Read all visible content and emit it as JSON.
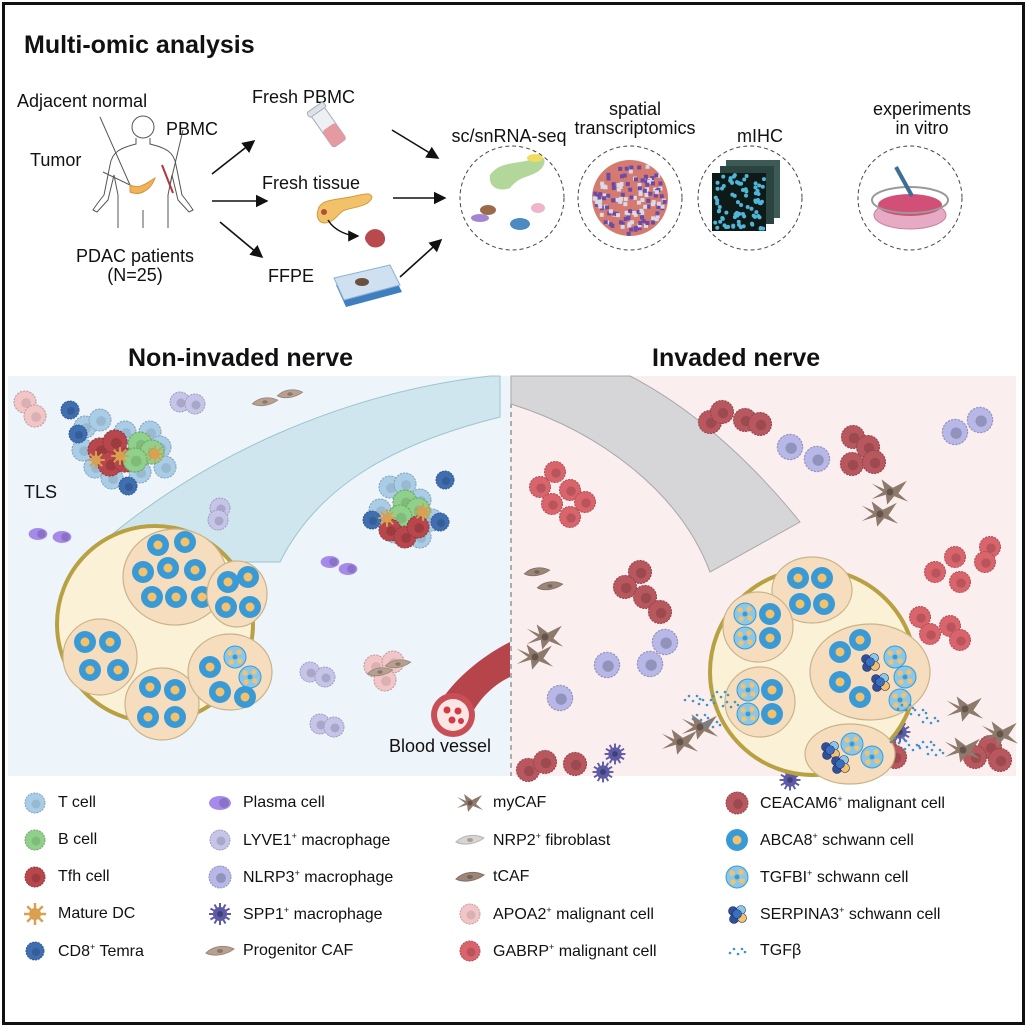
{
  "title": "Multi-omic analysis",
  "workflow": {
    "patient_labels": {
      "adjacent_normal": "Adjacent normal",
      "pbmc": "PBMC",
      "tumor": "Tumor",
      "patients": "PDAC patients",
      "count": "(N=25)"
    },
    "samples": [
      "Fresh PBMC",
      "Fresh tissue",
      "FFPE"
    ],
    "methods": [
      {
        "line1": "",
        "line2": "sc/snRNA-seq"
      },
      {
        "line1": "spatial",
        "line2": "transcriptomics"
      },
      {
        "line1": "",
        "line2": "mIHC"
      },
      {
        "line1": "experiments",
        "line2": "in vitro"
      }
    ]
  },
  "panels": {
    "left": {
      "title": "Non-invaded nerve",
      "tls_label": "TLS",
      "vessel_label": "Blood vessel",
      "bg_color": "#eef5fa"
    },
    "right": {
      "title": "Invaded nerve",
      "bg_color": "#fbeeee"
    }
  },
  "legend": {
    "col1": [
      {
        "label": "T cell",
        "sup": "",
        "icon": "t-cell"
      },
      {
        "label": "B cell",
        "sup": "",
        "icon": "b-cell"
      },
      {
        "label": "Tfh cell",
        "sup": "",
        "icon": "tfh-cell"
      },
      {
        "label": "Mature DC",
        "sup": "",
        "icon": "mature-dc"
      },
      {
        "label": "CD8",
        "sup": "+",
        "rest": " Temra",
        "icon": "cd8-temra"
      }
    ],
    "col2": [
      {
        "label": "Plasma cell",
        "sup": "",
        "icon": "plasma-cell"
      },
      {
        "label": "LYVE1",
        "sup": "+",
        "rest": " macrophage",
        "icon": "lyve1-macrophage"
      },
      {
        "label": "NLRP3",
        "sup": "+",
        "rest": " macrophage",
        "icon": "nlrp3-macrophage"
      },
      {
        "label": "SPP1",
        "sup": "+",
        "rest": " macrophage",
        "icon": "spp1-macrophage"
      },
      {
        "label": "Progenitor CAF",
        "sup": "",
        "icon": "progenitor-caf"
      }
    ],
    "col3": [
      {
        "label": "myCAF",
        "sup": "",
        "icon": "mycaf"
      },
      {
        "label": "NRP2",
        "sup": "+",
        "rest": " fibroblast",
        "icon": "nrp2-fibroblast"
      },
      {
        "label": "tCAF",
        "sup": "",
        "icon": "tcaf"
      },
      {
        "label": "APOA2",
        "sup": "+",
        "rest": " malignant cell",
        "icon": "apoa2-malignant"
      },
      {
        "label": "GABRP",
        "sup": "+",
        "rest": " malignant cell",
        "icon": "gabrp-malignant"
      }
    ],
    "col4": [
      {
        "label": "CEACAM6",
        "sup": "+",
        "rest": " malignant cell",
        "icon": "ceacam6-malignant"
      },
      {
        "label": "ABCA8",
        "sup": "+",
        "rest": " schwann cell",
        "icon": "abca8-schwann"
      },
      {
        "label": "TGFBI",
        "sup": "+",
        "rest": " schwann cell",
        "icon": "tgfbi-schwann"
      },
      {
        "label": "SERPINA3",
        "sup": "+",
        "rest": " schwann cell",
        "icon": "serpina3-schwann"
      },
      {
        "label": "TGFβ",
        "sup": "",
        "icon": "tgfb"
      }
    ]
  },
  "colors": {
    "t_cell": "#a9cde6",
    "b_cell": "#8fd08a",
    "tfh_cell": "#b8474d",
    "mature_dc": "#d9a052",
    "cd8_temra": "#3f6fb0",
    "plasma_cell": "#8a73c4",
    "lyve1_mac": "#c7c4ea",
    "nlrp3_mac": "#b7b8e8",
    "spp1_mac": "#5d5ba6",
    "caf": "#b7a090",
    "mycaf": "#8d7a6c",
    "fibroblast": "#d8d4d2",
    "apoa2": "#f2c5c7",
    "gabrp": "#d9646c",
    "ceacam6": "#b8575e",
    "schwann": "#3a9ad6",
    "schwann_nucleus": "#f4c26b",
    "nerve_sheath": "#b8a142",
    "nerve_fill": "#fbf1d6",
    "fascicle_fill": "#f6ddbd",
    "tgfb": "#3b95c9"
  }
}
